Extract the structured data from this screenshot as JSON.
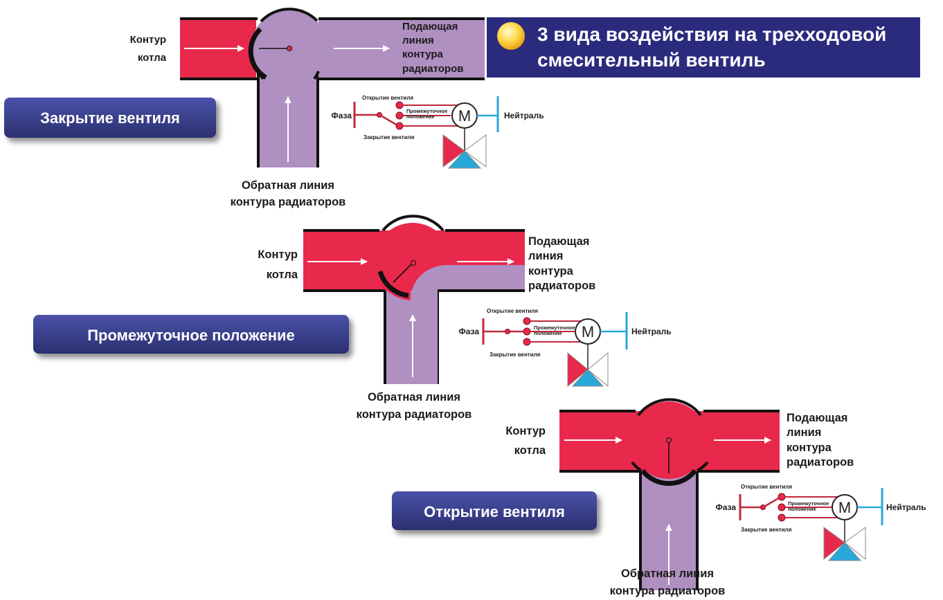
{
  "title": {
    "line1": "3 вида воздействия на трехходовой",
    "line2": "смесительный вентиль"
  },
  "colors": {
    "hot": "#e8294b",
    "return": "#b08fc1",
    "banner": "#2b2b7e",
    "button": "#3a3f8c",
    "neutral_line": "#2aa7d9",
    "phase_line": "#c0283a",
    "valve_blue": "#2aa7d9"
  },
  "labels": {
    "boiler": [
      "Контур",
      "котла"
    ],
    "supply": [
      "Подающая",
      "линия",
      "контура",
      "радиаторов"
    ],
    "return": [
      "Обратная линия",
      "контура радиаторов"
    ]
  },
  "control": {
    "open": "Открытие вентиля",
    "intermediate": [
      "Промежуточное",
      "положение"
    ],
    "close": "Закрытие вентиля",
    "phase": "Фаза",
    "neutral": "Нейтраль",
    "motor": "M"
  },
  "states": [
    {
      "name": "Закрытие вентиля"
    },
    {
      "name": "Промежуточное положение"
    },
    {
      "name": "Открытие вентиля"
    }
  ]
}
